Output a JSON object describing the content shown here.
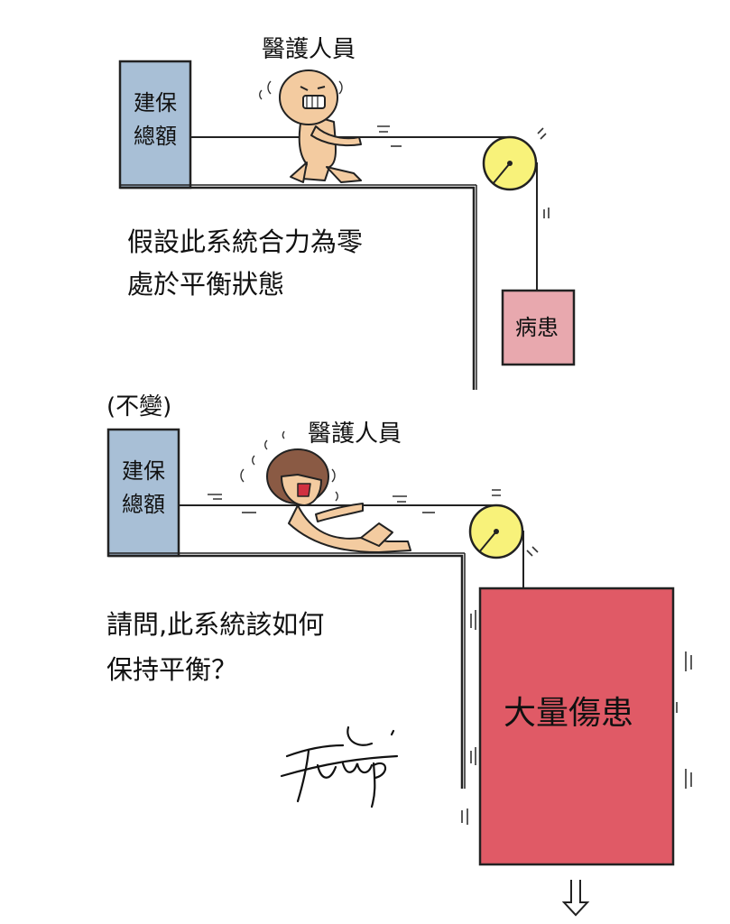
{
  "panel_top": {
    "box_label": "建保\n總額",
    "worker_label": "醫護人員",
    "patient_label": "病患",
    "caption_line1": "假設此系統合力為零",
    "caption_line2": "處於平衡狀態"
  },
  "panel_bottom": {
    "unchanged_note": "(不變)",
    "box_label": "建保\n總額",
    "worker_label": "醫護人員",
    "patients_label": "大量傷患",
    "caption_line1": "請問,此系統該如何",
    "caption_line2": "保持平衡？"
  },
  "colors": {
    "budget_box": "#a8bfd6",
    "patient_box": "#e8a8ae",
    "mass_casualty_box": "#e05a66",
    "pulley": "#f8f27a",
    "figure_skin": "#f3cba0",
    "figure_hair": "#8a5a44"
  },
  "icons": {
    "arrow": "down-arrow-icon",
    "signature": "signature-icon"
  }
}
